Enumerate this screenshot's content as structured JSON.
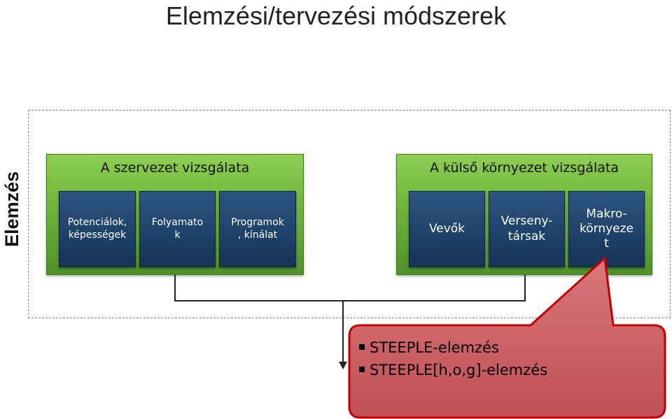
{
  "title": "Elemzési/tervezési módszerek",
  "side_label": "Elemzés",
  "groups": [
    {
      "title": "A szervezet vizsgálata",
      "items": [
        "Potenciálok,\nképességek",
        "Folyamato\nk",
        "Programok\n, kínálat"
      ]
    },
    {
      "title": "A külső környezet vizsgálata",
      "items": [
        "Vevők",
        "Verseny-\ntársak",
        "Makro-\nkörnyeze\nt"
      ]
    }
  ],
  "callout": {
    "items": [
      "STEEPLE-elemzés",
      "STEEPLE[h,o,g]-elemzés"
    ]
  },
  "colors": {
    "group_fill": "#6eb43a",
    "box_fill": "#1d4168",
    "callout_fill": "#c55a5f",
    "callout_border": "#c00000"
  }
}
